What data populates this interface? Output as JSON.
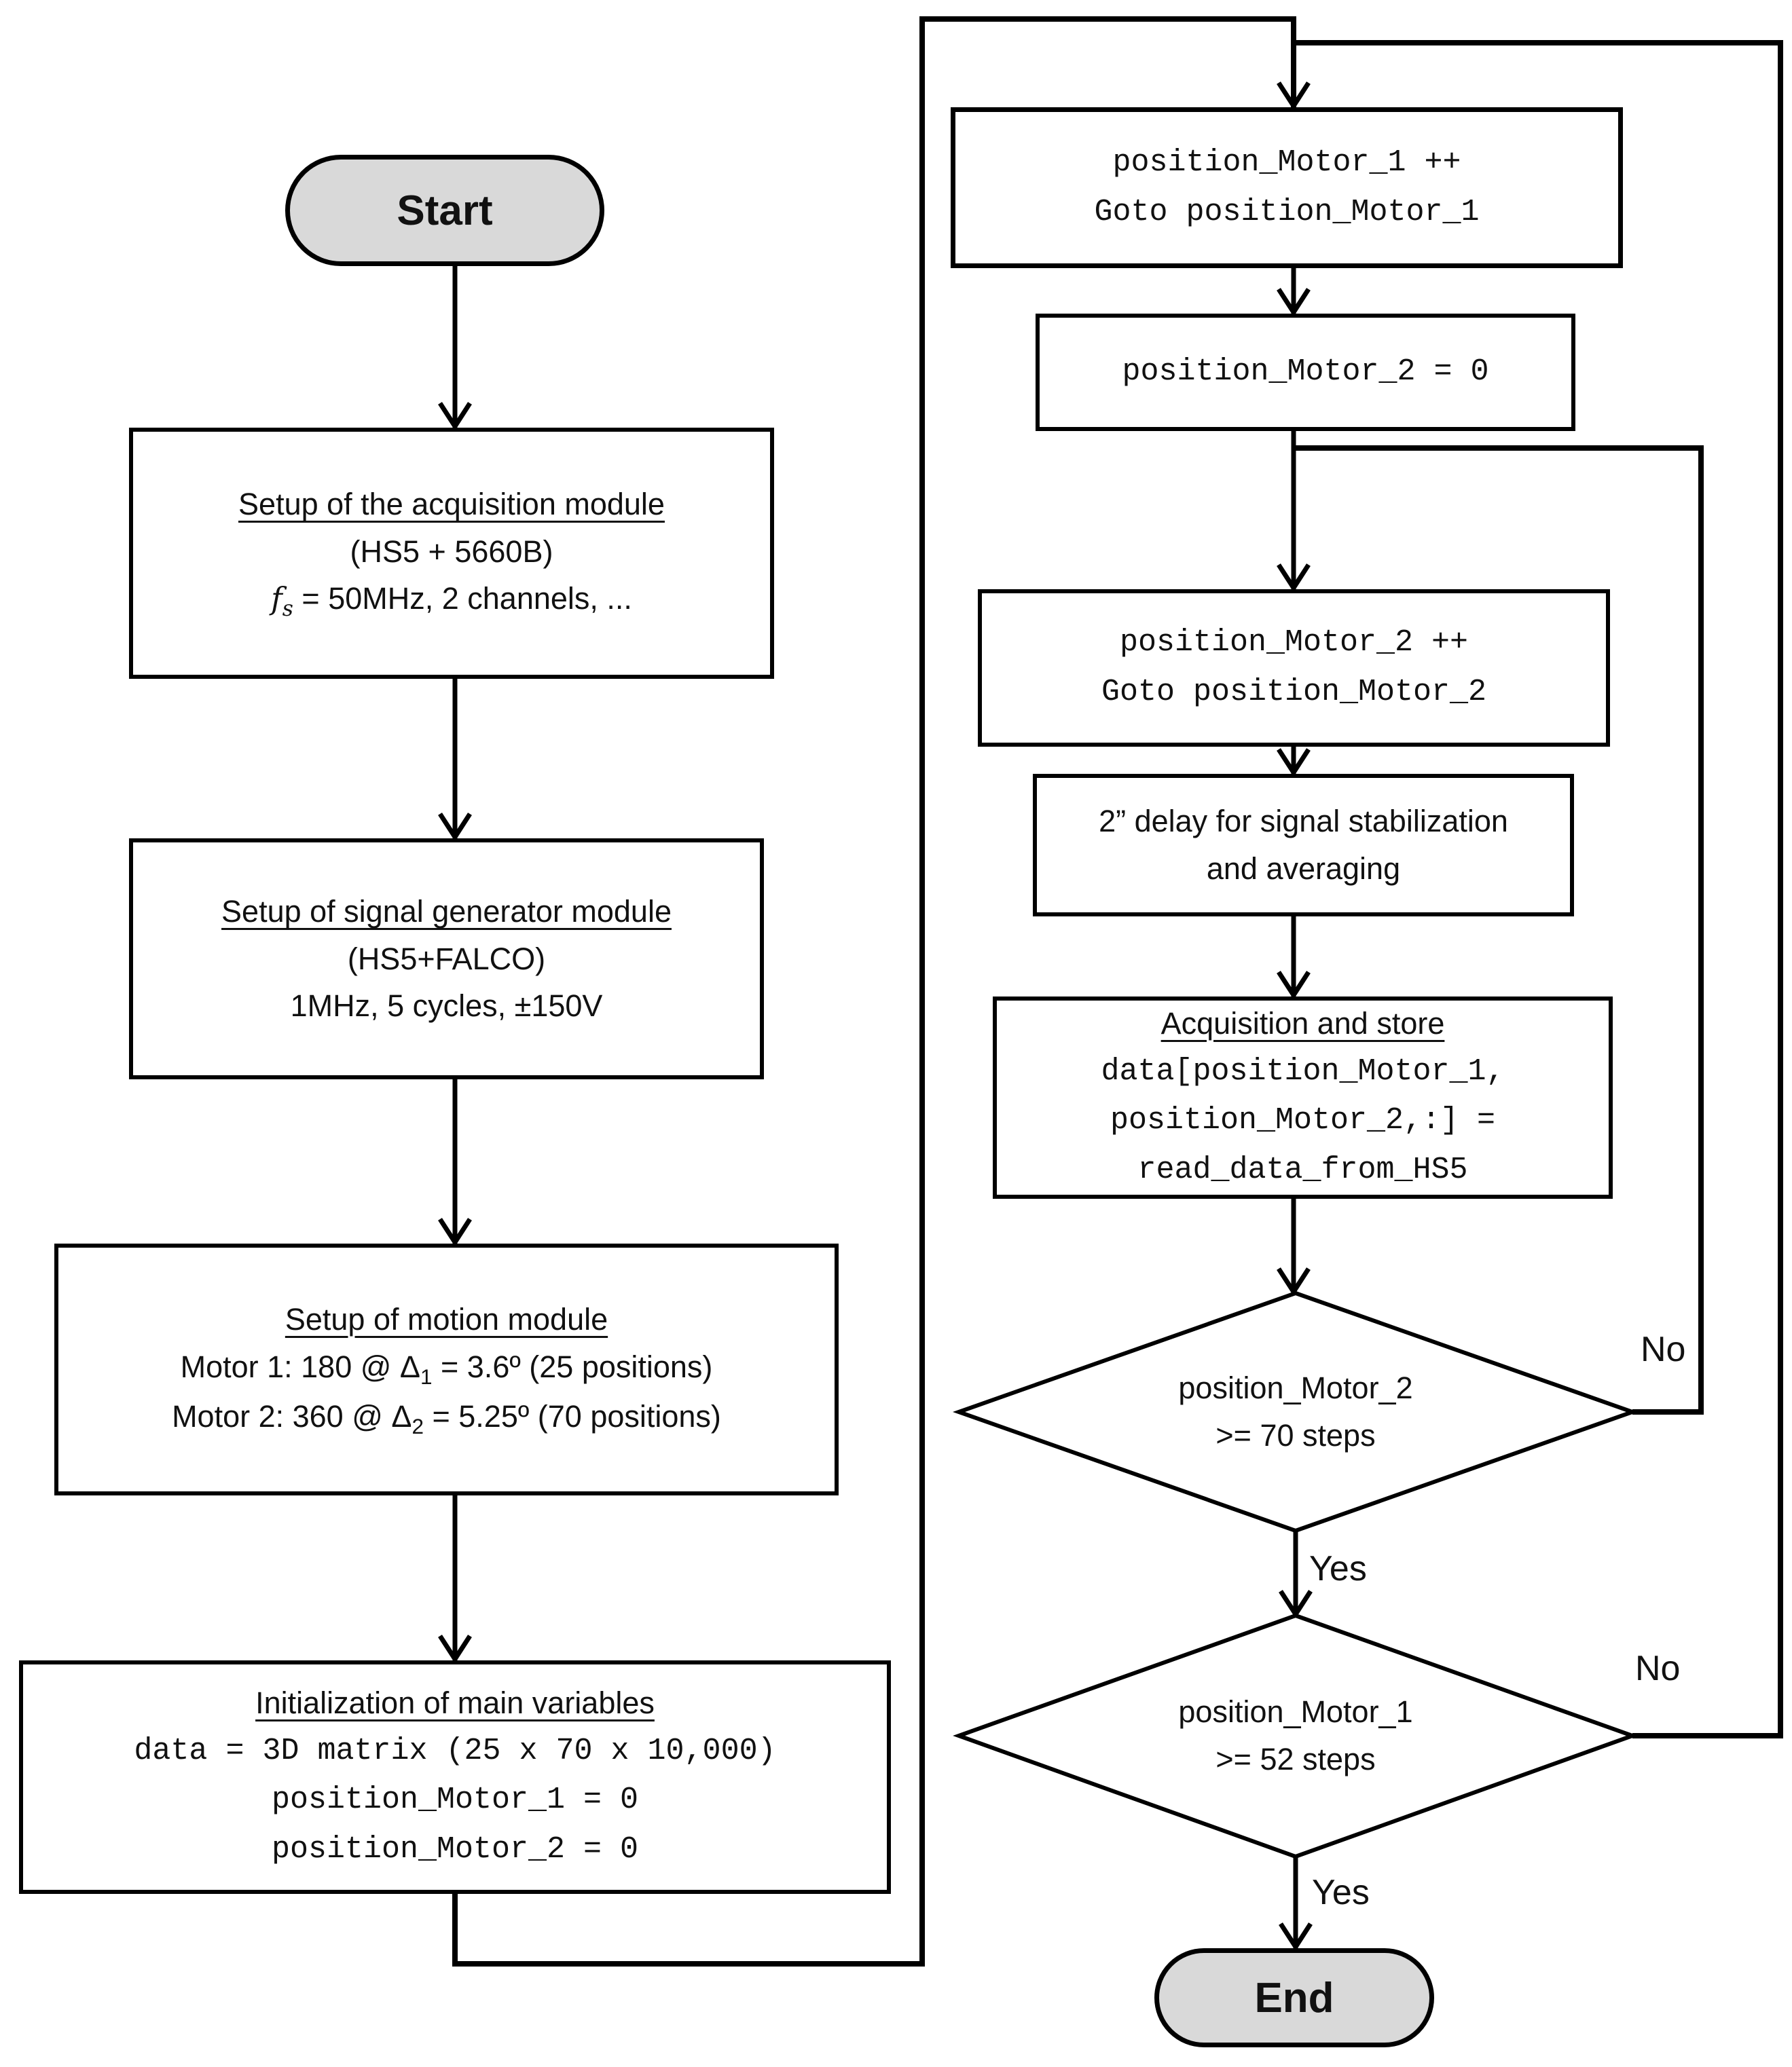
{
  "colors": {
    "line": "#000000",
    "box_fill": "#ffffff",
    "terminator_fill": "#d9d9d9"
  },
  "nodes": {
    "start": {
      "label": "Start"
    },
    "acquisition_setup": {
      "title": "Setup of the acquisition module",
      "line2": "(HS5 + 5660B)",
      "fs_var": "f",
      "fs_sub": "s",
      "fs_rest": " = 50MHz, 2 channels, ..."
    },
    "signal_generator_setup": {
      "title": "Setup of signal generator module",
      "line2": "(HS5+FALCO)",
      "line3": "1MHz, 5 cycles, ±150V"
    },
    "motion_setup": {
      "title": "Setup of motion module",
      "m1_pre": "Motor 1: 180 @ Δ",
      "m1_sub": "1",
      "m1_post": " = 3.6º (25 positions)",
      "m2_pre": "Motor 2: 360 @ Δ",
      "m2_sub": "2",
      "m2_post": " = 5.25º (70 positions)"
    },
    "init_variables": {
      "title": "Initialization of main variables",
      "code1": "data = 3D matrix (25 x 70 x 10,000)",
      "code2": "position_Motor_1 = 0",
      "code3": "position_Motor_2 = 0"
    },
    "motor1_increment": {
      "code1": "position_Motor_1 ++",
      "code2": "Goto position_Motor_1"
    },
    "motor2_reset": {
      "code1": "position_Motor_2 = 0"
    },
    "motor2_increment": {
      "code1": "position_Motor_2 ++",
      "code2": "Goto position_Motor_2"
    },
    "delay": {
      "line1": "2” delay for signal stabilization",
      "line2": "and averaging"
    },
    "acquisition_store": {
      "title": "Acquisition and store",
      "code1": "data[position_Motor_1,",
      "code2": "position_Motor_2,:] =",
      "code3": "read_data_from_HS5"
    },
    "decision_motor2": {
      "line1": "position_Motor_2",
      "line2": ">= 70 steps"
    },
    "decision_motor1": {
      "line1": "position_Motor_1",
      "line2": ">= 52 steps"
    },
    "end": {
      "label": "End"
    }
  },
  "labels": {
    "decision_motor2_yes": "Yes",
    "decision_motor2_no": "No",
    "decision_motor1_yes": "Yes",
    "decision_motor1_no": "No"
  }
}
